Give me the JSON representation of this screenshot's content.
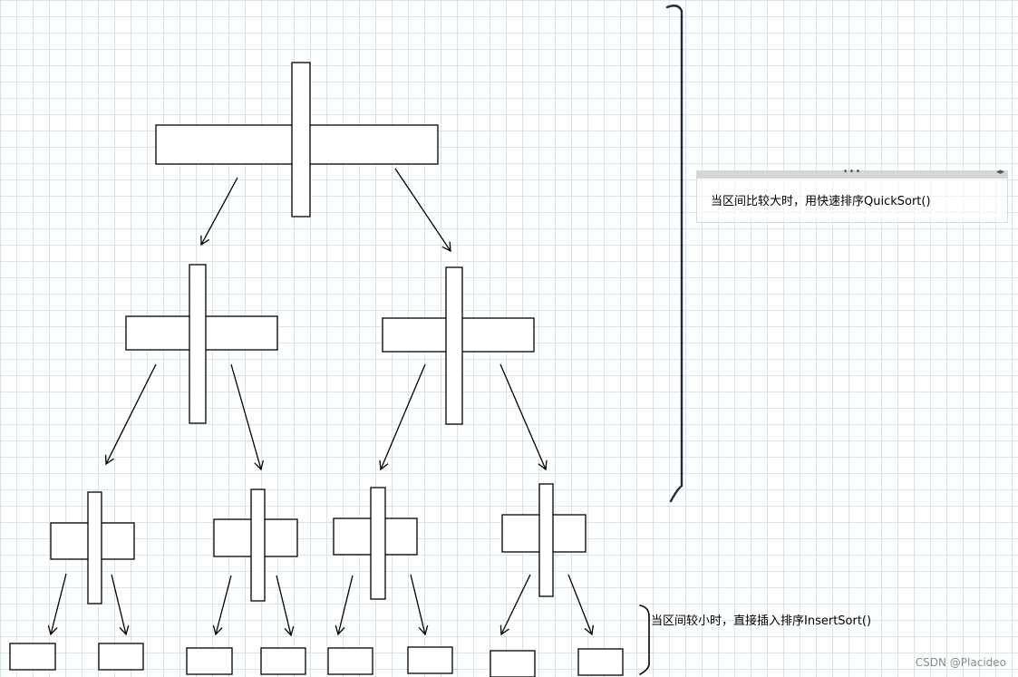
{
  "notes": {
    "quicksort": "当区间比较大时，用快速排序QuickSort()",
    "insertsort": "当区间较小时，直接插入排序InsertSort()"
  },
  "watermark": "CSDN @Placideo"
}
